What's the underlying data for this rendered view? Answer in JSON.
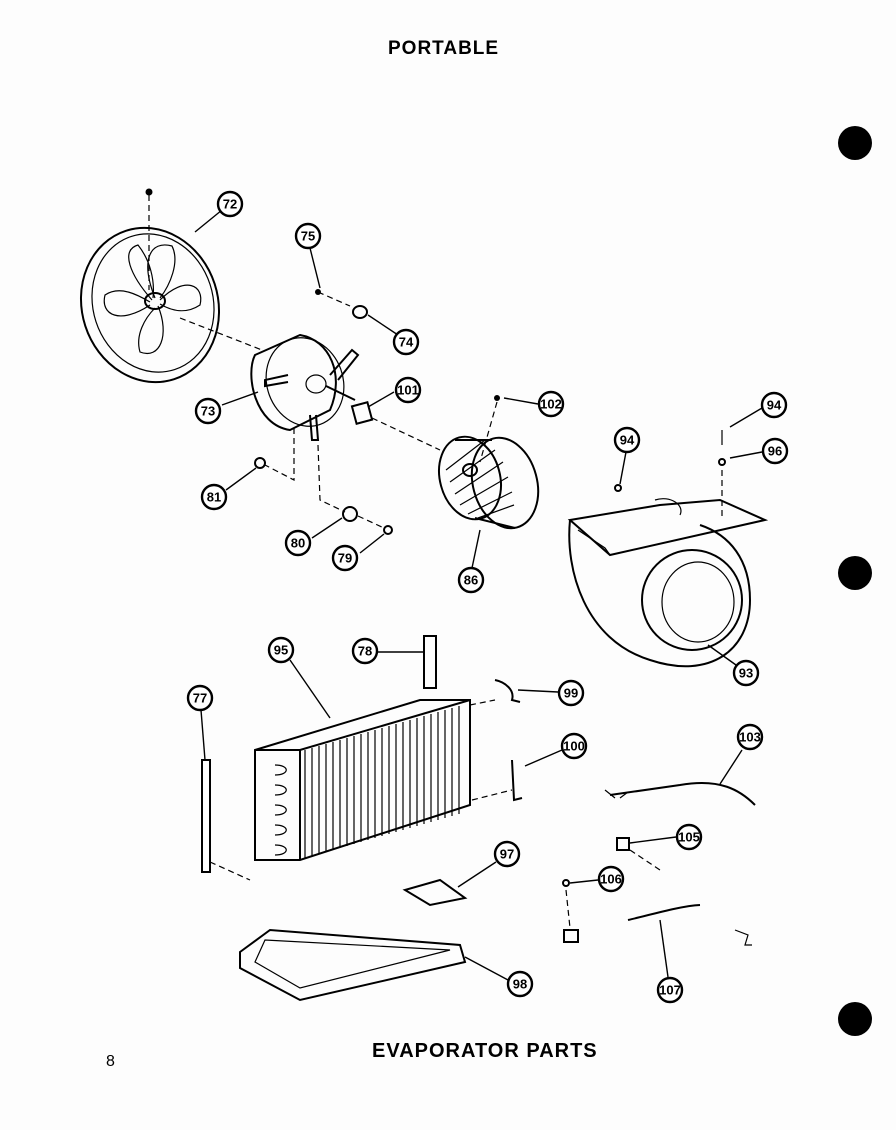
{
  "header": {
    "title": "PORTABLE"
  },
  "footer": {
    "title": "EVAPORATOR PARTS",
    "page_number": "8"
  },
  "callouts": [
    "72",
    "75",
    "74",
    "73",
    "101",
    "102",
    "94",
    "94",
    "96",
    "81",
    "80",
    "79",
    "86",
    "93",
    "95",
    "78",
    "99",
    "77",
    "100",
    "103",
    "105",
    "106",
    "97",
    "107",
    "98"
  ]
}
